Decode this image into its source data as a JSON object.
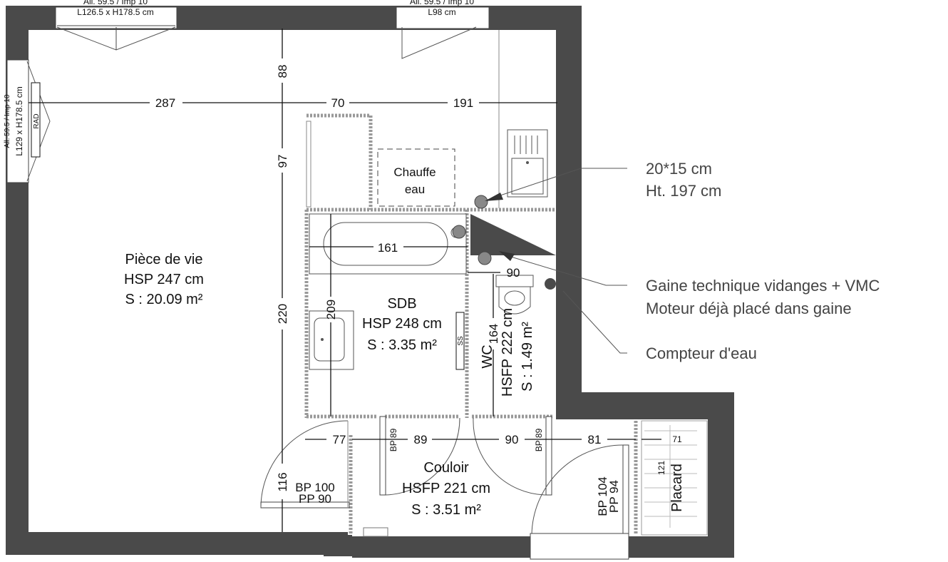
{
  "rooms": {
    "living": {
      "name": "Pièce de vie",
      "height": "HSP 247 cm",
      "area": "S : 20.09 m²"
    },
    "bathroom": {
      "name": "SDB",
      "height": "HSP 248 cm",
      "area": "S : 3.35 m²"
    },
    "wc": {
      "name": "WC",
      "height": "HSFP 222 cm",
      "area": "S : 1.49 m²"
    },
    "corridor": {
      "name": "Couloir",
      "height": "HSFP 221 cm",
      "area": "S : 3.51 m²"
    },
    "closet": {
      "name": "Placard"
    }
  },
  "fixtures": {
    "water_heater": {
      "line1": "Chauffe",
      "line2": "eau"
    },
    "radiator": "RAD",
    "towel_rail": "SS"
  },
  "windows": {
    "top_left": {
      "line1": "All. 59.5 / Imp 10",
      "line2": "L126.5 x H178.5 cm"
    },
    "top_right": {
      "line1": "All. 59.5 / Imp 10",
      "line2": "L98 cm"
    },
    "left": {
      "line1": "All. 59.5 / Imp 10",
      "line2": "L129 x H178.5 cm"
    }
  },
  "doors": {
    "entry": {
      "line1": "BP 100",
      "line2": "PP 90"
    },
    "bp89_left": "BP 89",
    "bp89_right": "BP 89",
    "closet_door": {
      "line1": "BP 104",
      "line2": "PP 94"
    }
  },
  "dimensions": {
    "d287": "287",
    "d70": "70",
    "d191": "191",
    "d88": "88",
    "d97": "97",
    "d220": "220",
    "d116": "116",
    "d161": "161",
    "d209": "209",
    "d90_wc": "90",
    "d164": "164",
    "d77": "77",
    "d89": "89",
    "d90": "90",
    "d81": "81",
    "d71": "71",
    "d121": "121"
  },
  "annotations": {
    "duct_size": {
      "line1": "20*15 cm",
      "line2": "Ht. 197 cm"
    },
    "technical_shaft": {
      "line1": "Gaine technique vidanges + VMC",
      "line2": "Moteur déjà placé dans gaine"
    },
    "water_meter": "Compteur d'eau"
  }
}
